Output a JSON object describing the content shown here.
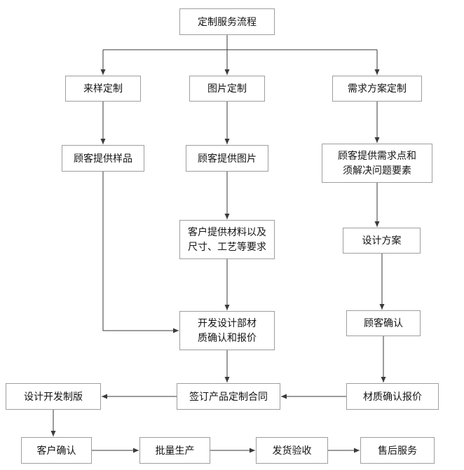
{
  "diagram": {
    "nodes": {
      "process_title": "定制服务流程",
      "sample_custom": "来样定制",
      "picture_custom": "图片定制",
      "requirement_custom": "需求方案定制",
      "customer_sample": "顾客提供样品",
      "customer_picture": "顾客提供图片",
      "customer_requirements": "顾客提供需求点和\n须解决问题要素",
      "materials_requirements": "客户提供材料以及\n尺寸、工艺等要求",
      "design_plan": "设计方案",
      "dev_material_quote": "开发设计部材\n质确认和报价",
      "customer_confirm": "顾客确认",
      "sign_contract": "签订产品定制合同",
      "material_confirm_quote": "材质确认报价",
      "design_dev_plate": "设计开发制版",
      "client_confirm": "客户确认",
      "batch_production": "批量生产",
      "delivery_acceptance": "发货验收",
      "after_sales": "售后服务"
    },
    "edges": [
      [
        "process_title",
        "sample_custom"
      ],
      [
        "process_title",
        "picture_custom"
      ],
      [
        "process_title",
        "requirement_custom"
      ],
      [
        "sample_custom",
        "customer_sample"
      ],
      [
        "picture_custom",
        "customer_picture"
      ],
      [
        "requirement_custom",
        "customer_requirements"
      ],
      [
        "customer_picture",
        "materials_requirements"
      ],
      [
        "customer_requirements",
        "design_plan"
      ],
      [
        "materials_requirements",
        "dev_material_quote"
      ],
      [
        "design_plan",
        "customer_confirm"
      ],
      [
        "customer_sample",
        "dev_material_quote"
      ],
      [
        "dev_material_quote",
        "sign_contract"
      ],
      [
        "customer_confirm",
        "material_confirm_quote"
      ],
      [
        "material_confirm_quote",
        "sign_contract"
      ],
      [
        "sign_contract",
        "design_dev_plate"
      ],
      [
        "design_dev_plate",
        "client_confirm"
      ],
      [
        "client_confirm",
        "batch_production"
      ],
      [
        "batch_production",
        "delivery_acceptance"
      ],
      [
        "delivery_acceptance",
        "after_sales"
      ]
    ]
  }
}
